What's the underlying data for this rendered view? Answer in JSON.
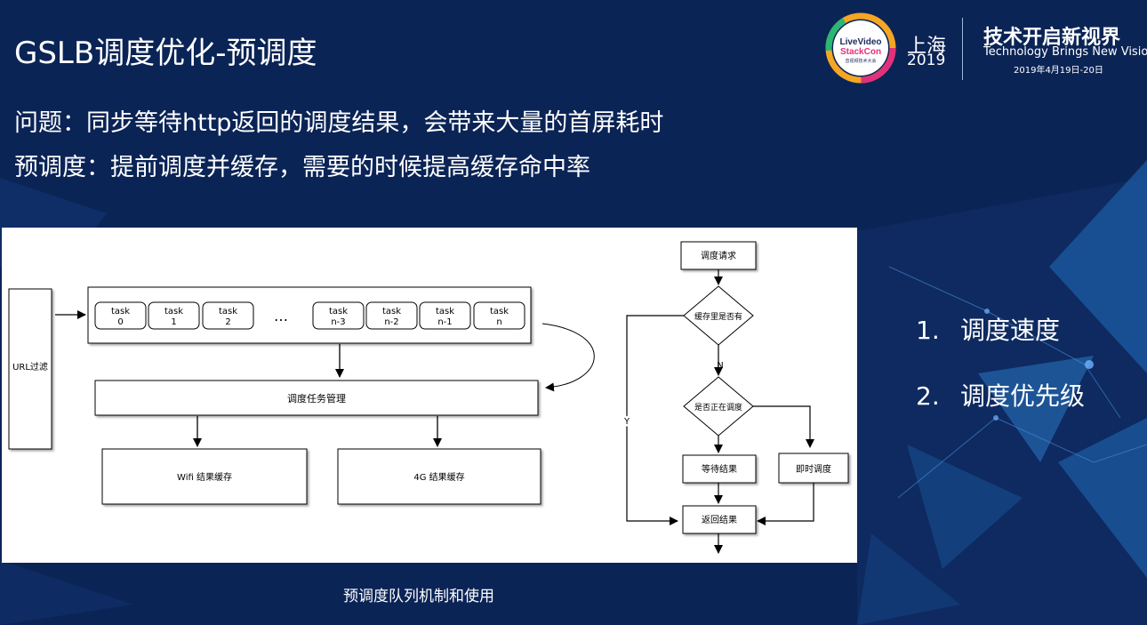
{
  "slide": {
    "title": "GSLB调度优化-预调度",
    "problem_line": "问题：同步等待http返回的调度结果，会带来大量的首屏耗时",
    "predispatch_line": "预调度：提前调度并缓存，需要的时候提高缓存命中率",
    "caption": "预调度队列机制和使用"
  },
  "conference": {
    "logo_line1": "LiveVideo",
    "logo_line2": "StackCon",
    "logo_sub": "音视频技术大会",
    "city": "上海",
    "year": "2019",
    "slogan": "技术开启新视界",
    "slogan_en": "Technology Brings New Vision",
    "dates": "2019年4月19日-20日"
  },
  "queue_diagram": {
    "url_filter": "URL过滤",
    "tasks": [
      {
        "l1": "task",
        "l2": "0"
      },
      {
        "l1": "task",
        "l2": "1"
      },
      {
        "l1": "task",
        "l2": "2"
      },
      {
        "l1": "task",
        "l2": "n-3"
      },
      {
        "l1": "task",
        "l2": "n-2"
      },
      {
        "l1": "task",
        "l2": "n-1"
      },
      {
        "l1": "task",
        "l2": "n"
      }
    ],
    "ellipsis": "…",
    "manager": "调度任务管理",
    "wifi_cache": "Wifi 结果缓存",
    "cache_4g": "4G 结果缓存"
  },
  "flowchart": {
    "request": "调度请求",
    "in_cache": "缓存里是否有",
    "n_label": "N",
    "y_label": "Y",
    "dispatching": "是否正在调度",
    "wait": "等待结果",
    "immediate": "即时调度",
    "return": "返回结果"
  },
  "points": [
    {
      "num": "1.",
      "text": "调度速度"
    },
    {
      "num": "2.",
      "text": "调度优先级"
    }
  ]
}
